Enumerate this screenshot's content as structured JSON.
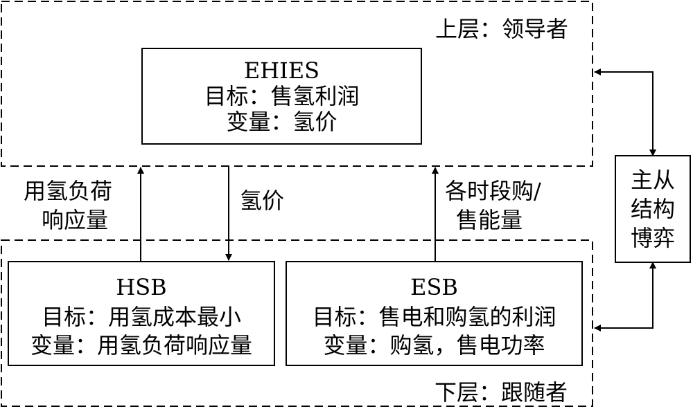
{
  "upper_layer": {
    "label": "上层：领导者"
  },
  "lower_layer": {
    "label": "下层：跟随者"
  },
  "ehies": {
    "name": "EHIES",
    "objective": "目标：售氢利润",
    "variable": "变量：氢价"
  },
  "hsb": {
    "name": "HSB",
    "objective": "目标：用氢成本最小",
    "variable": "变量：用氢负荷响应量"
  },
  "esb": {
    "name": "ESB",
    "objective": "目标：售电和购氢的利润",
    "variable": "变量：购氢，售电功率"
  },
  "arrows": {
    "hydrogen_load_response": [
      "用氢负荷",
      "响应量"
    ],
    "hydrogen_price": "氢价",
    "period_energy": [
      "各时段购/",
      "售能量"
    ]
  },
  "game": {
    "lines": [
      "主从",
      "结构",
      "博弈"
    ]
  }
}
